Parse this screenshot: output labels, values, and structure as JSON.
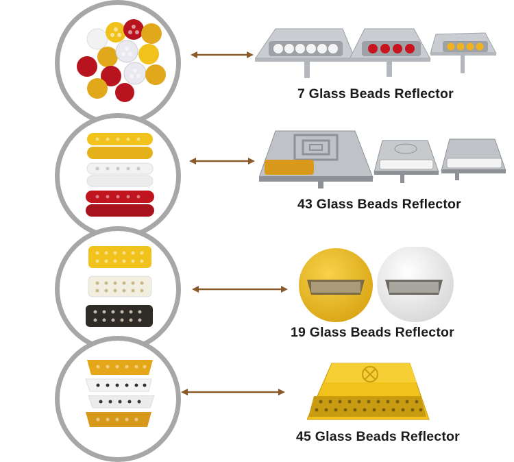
{
  "rows": [
    {
      "label": "7 Glass Beads Reflector"
    },
    {
      "label": "43 Glass Beads Reflector"
    },
    {
      "label": "19 Glass Beads Reflector"
    },
    {
      "label": "45 Glass Beads Reflector"
    }
  ],
  "colors": {
    "circle_border": "#a7a7a7",
    "arrow": "#8a5a2b",
    "yellow": "#f1c21b",
    "red": "#b8141f",
    "white": "#f3f3f3",
    "aluminum": "#c9ccd0"
  }
}
